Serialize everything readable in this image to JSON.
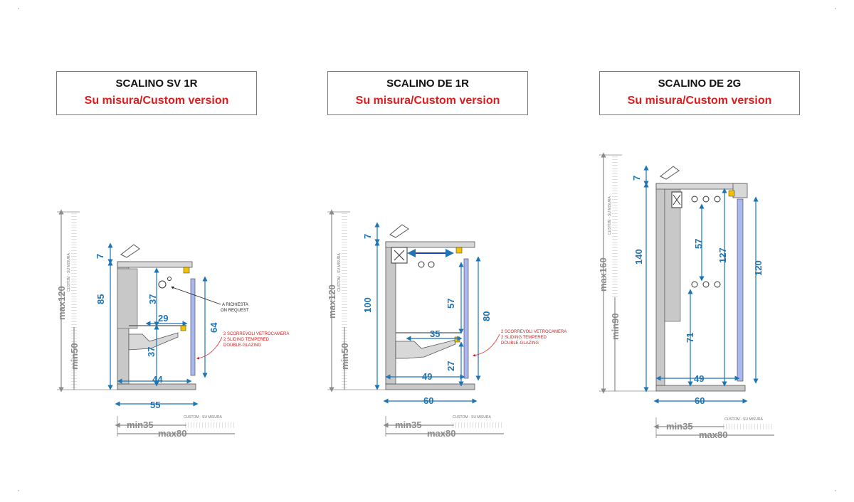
{
  "panels": [
    {
      "title": "SCALINO  SV 1R",
      "subtitle": "Su misura/Custom version",
      "dims": {
        "top": "7",
        "height": "85",
        "upper": "37",
        "lower": "37",
        "shelf": "29",
        "glass": "64",
        "base": "44",
        "width": "55",
        "max_h": "max120",
        "min_h": "min50",
        "min_w": "min35",
        "max_w": "max80"
      },
      "notes": {
        "request_1": "A RICHIESTA",
        "request_2": "ON REQUEST",
        "glazing_1": "2 SCORREVOLI VETROCAMERA",
        "glazing_2": "2 SLIDING TEMPERED",
        "glazing_3": "DOUBLE-GLAZING",
        "custom_v": "CUSTOM - SU MISURA",
        "custom_h": "CUSTOM - SU MISURA"
      }
    },
    {
      "title": "SCALINO DE 1R",
      "subtitle": "Su misura/Custom version",
      "dims": {
        "top": "7",
        "height": "100",
        "upper": "57",
        "lower": "27",
        "shelf": "35",
        "glass": "80",
        "base": "49",
        "width": "60",
        "max_h": "max120",
        "min_h": "min50",
        "min_w": "min35",
        "max_w": "max80"
      },
      "notes": {
        "glazing_1": "2 SCORREVOLI VETROCAMERA",
        "glazing_2": "2 SLIDING TEMPERED",
        "glazing_3": "DOUBLE-GLAZING",
        "custom_v": "CUSTOM - SU MISURA",
        "custom_h": "CUSTOM - SU MISURA"
      }
    },
    {
      "title": "SCALINO DE 2G",
      "subtitle": "Su misura/Custom version",
      "dims": {
        "top": "7",
        "height": "140",
        "upper": "57",
        "mid": "127",
        "lower": "71",
        "glass": "120",
        "base": "49",
        "width": "60",
        "max_h": "max160",
        "min_h": "min90",
        "min_w": "min35",
        "max_w": "max80"
      },
      "notes": {
        "custom_v": "CUSTOM - SU MISURA",
        "custom_h": "CUSTOM - SU MISURA"
      }
    }
  ],
  "colors": {
    "dimension": "#1f74b4",
    "outer": "#8a8a8a",
    "note_red": "#d21f1f",
    "title_red": "#e01b1b",
    "wall": "#c8c8c8",
    "glass": "#a9b8f0"
  }
}
